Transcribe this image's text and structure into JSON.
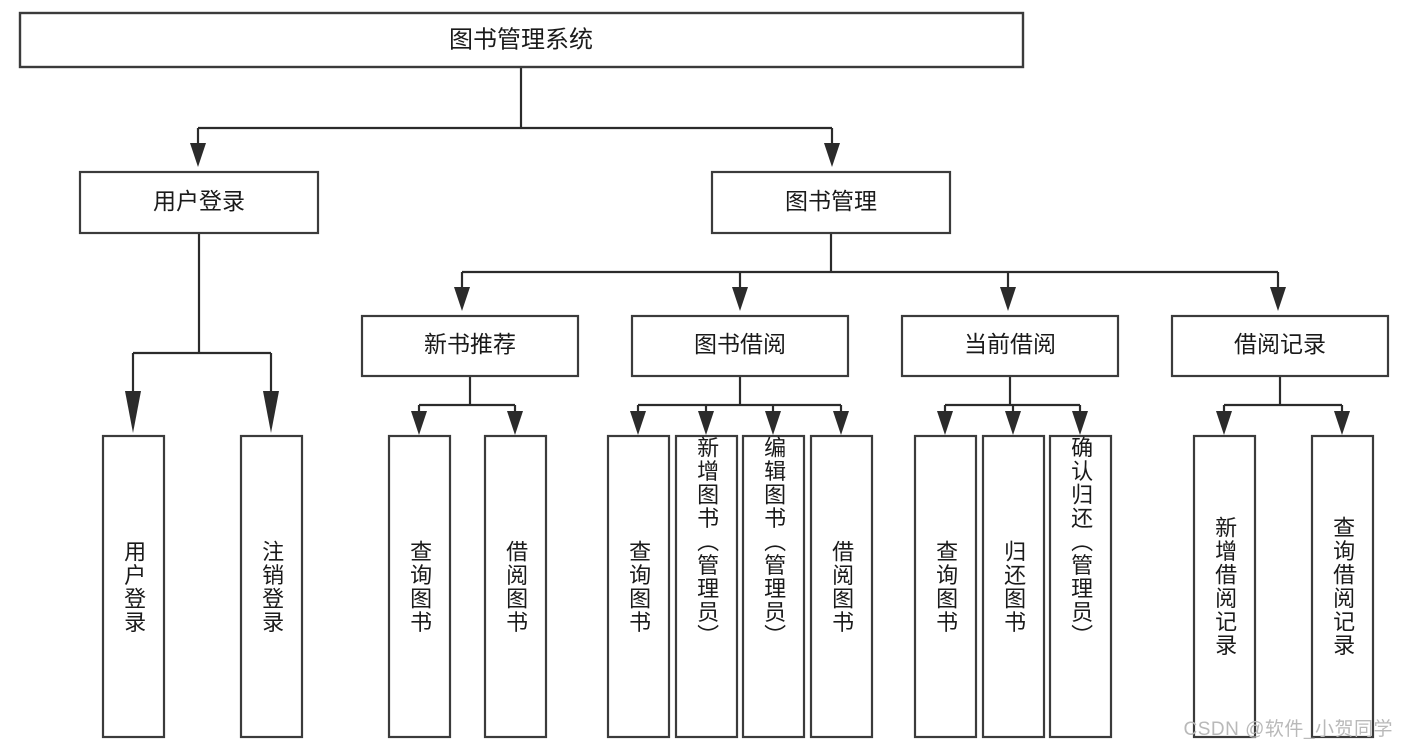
{
  "diagram": {
    "type": "hierarchy-tree",
    "title": "图书管理系统",
    "watermark": "CSDN @软件_小贺同学",
    "colors": {
      "box_stroke": "#3b3b3b",
      "connector": "#2b2b2b",
      "background": "#ffffff",
      "text": "#1a1a1a",
      "watermark": "#b9b9b9"
    },
    "root": {
      "label": "图书管理系统",
      "level": 1
    },
    "level2": [
      {
        "label": "用户登录",
        "level": 2
      },
      {
        "label": "图书管理",
        "level": 2
      }
    ],
    "level3": [
      {
        "label": "新书推荐",
        "level": 3,
        "parent": "图书管理"
      },
      {
        "label": "图书借阅",
        "level": 3,
        "parent": "图书管理"
      },
      {
        "label": "当前借阅",
        "level": 3,
        "parent": "图书管理"
      },
      {
        "label": "借阅记录",
        "level": 3,
        "parent": "图书管理"
      }
    ],
    "leaves": {
      "user_login": [
        {
          "label": "用户登录"
        },
        {
          "label": "注销登录"
        }
      ],
      "new_book_recommend": [
        {
          "label": "查询图书"
        },
        {
          "label": "借阅图书"
        }
      ],
      "book_borrow": [
        {
          "label": "查询图书"
        },
        {
          "label": "新增图书（管理员）"
        },
        {
          "label": "编辑图书（管理员）"
        },
        {
          "label": "借阅图书"
        }
      ],
      "current_borrow": [
        {
          "label": "查询图书"
        },
        {
          "label": "归还图书"
        },
        {
          "label": "确认归还（管理员）"
        }
      ],
      "borrow_record": [
        {
          "label": "新增借阅记录"
        },
        {
          "label": "查询借阅记录"
        }
      ]
    }
  }
}
